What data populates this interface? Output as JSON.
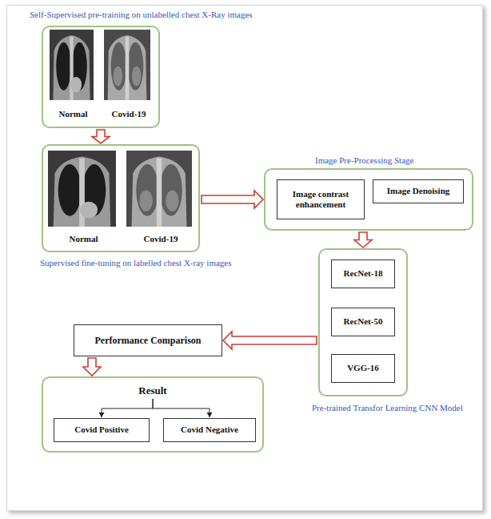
{
  "diagram": {
    "nodes": [
      {
        "text": [
          "Self-Supervised pre-training on unlabelled chest X-Ray images",
          "Normal",
          "Covid-19"
        ]
      },
      {
        "text": [
          "Normal",
          "Covid-19",
          "Supervised fine-tuning on labelled chest X-ray images"
        ]
      },
      {
        "text": [
          "Image Pre-Processing Stage"
        ]
      },
      {
        "text": [
          "Image contrast enhancement"
        ],
        "in": 2
      },
      {
        "text": [
          "Image Denoising"
        ],
        "in": 2
      },
      {
        "text": [
          "Pre-trained Transfor Learning CNN Model"
        ]
      },
      {
        "text": [
          "RecNet-18"
        ],
        "in": 5
      },
      {
        "text": [
          "RecNet-50"
        ],
        "in": 5
      },
      {
        "text": [
          "VGG-16"
        ],
        "in": 5
      },
      {
        "text": [
          "Performance Comparison"
        ]
      },
      {
        "text": [
          "Result"
        ]
      },
      {
        "text": [
          "Covid Positive"
        ],
        "in": 10
      },
      {
        "text": [
          "Covid Negative"
        ],
        "in": 10
      }
    ],
    "edges": [
      {
        "from": 0,
        "to": 1,
        "arrow": "to"
      },
      {
        "from": 1,
        "to": 2,
        "arrow": "to"
      },
      {
        "from": 2,
        "to": 5,
        "arrow": "to"
      },
      {
        "from": 5,
        "to": 9,
        "arrow": "to"
      },
      {
        "from": 9,
        "to": 10,
        "arrow": "to"
      },
      {
        "from": 10,
        "to": 11,
        "arrow": "to"
      },
      {
        "from": 10,
        "to": 12,
        "arrow": "to"
      }
    ]
  }
}
